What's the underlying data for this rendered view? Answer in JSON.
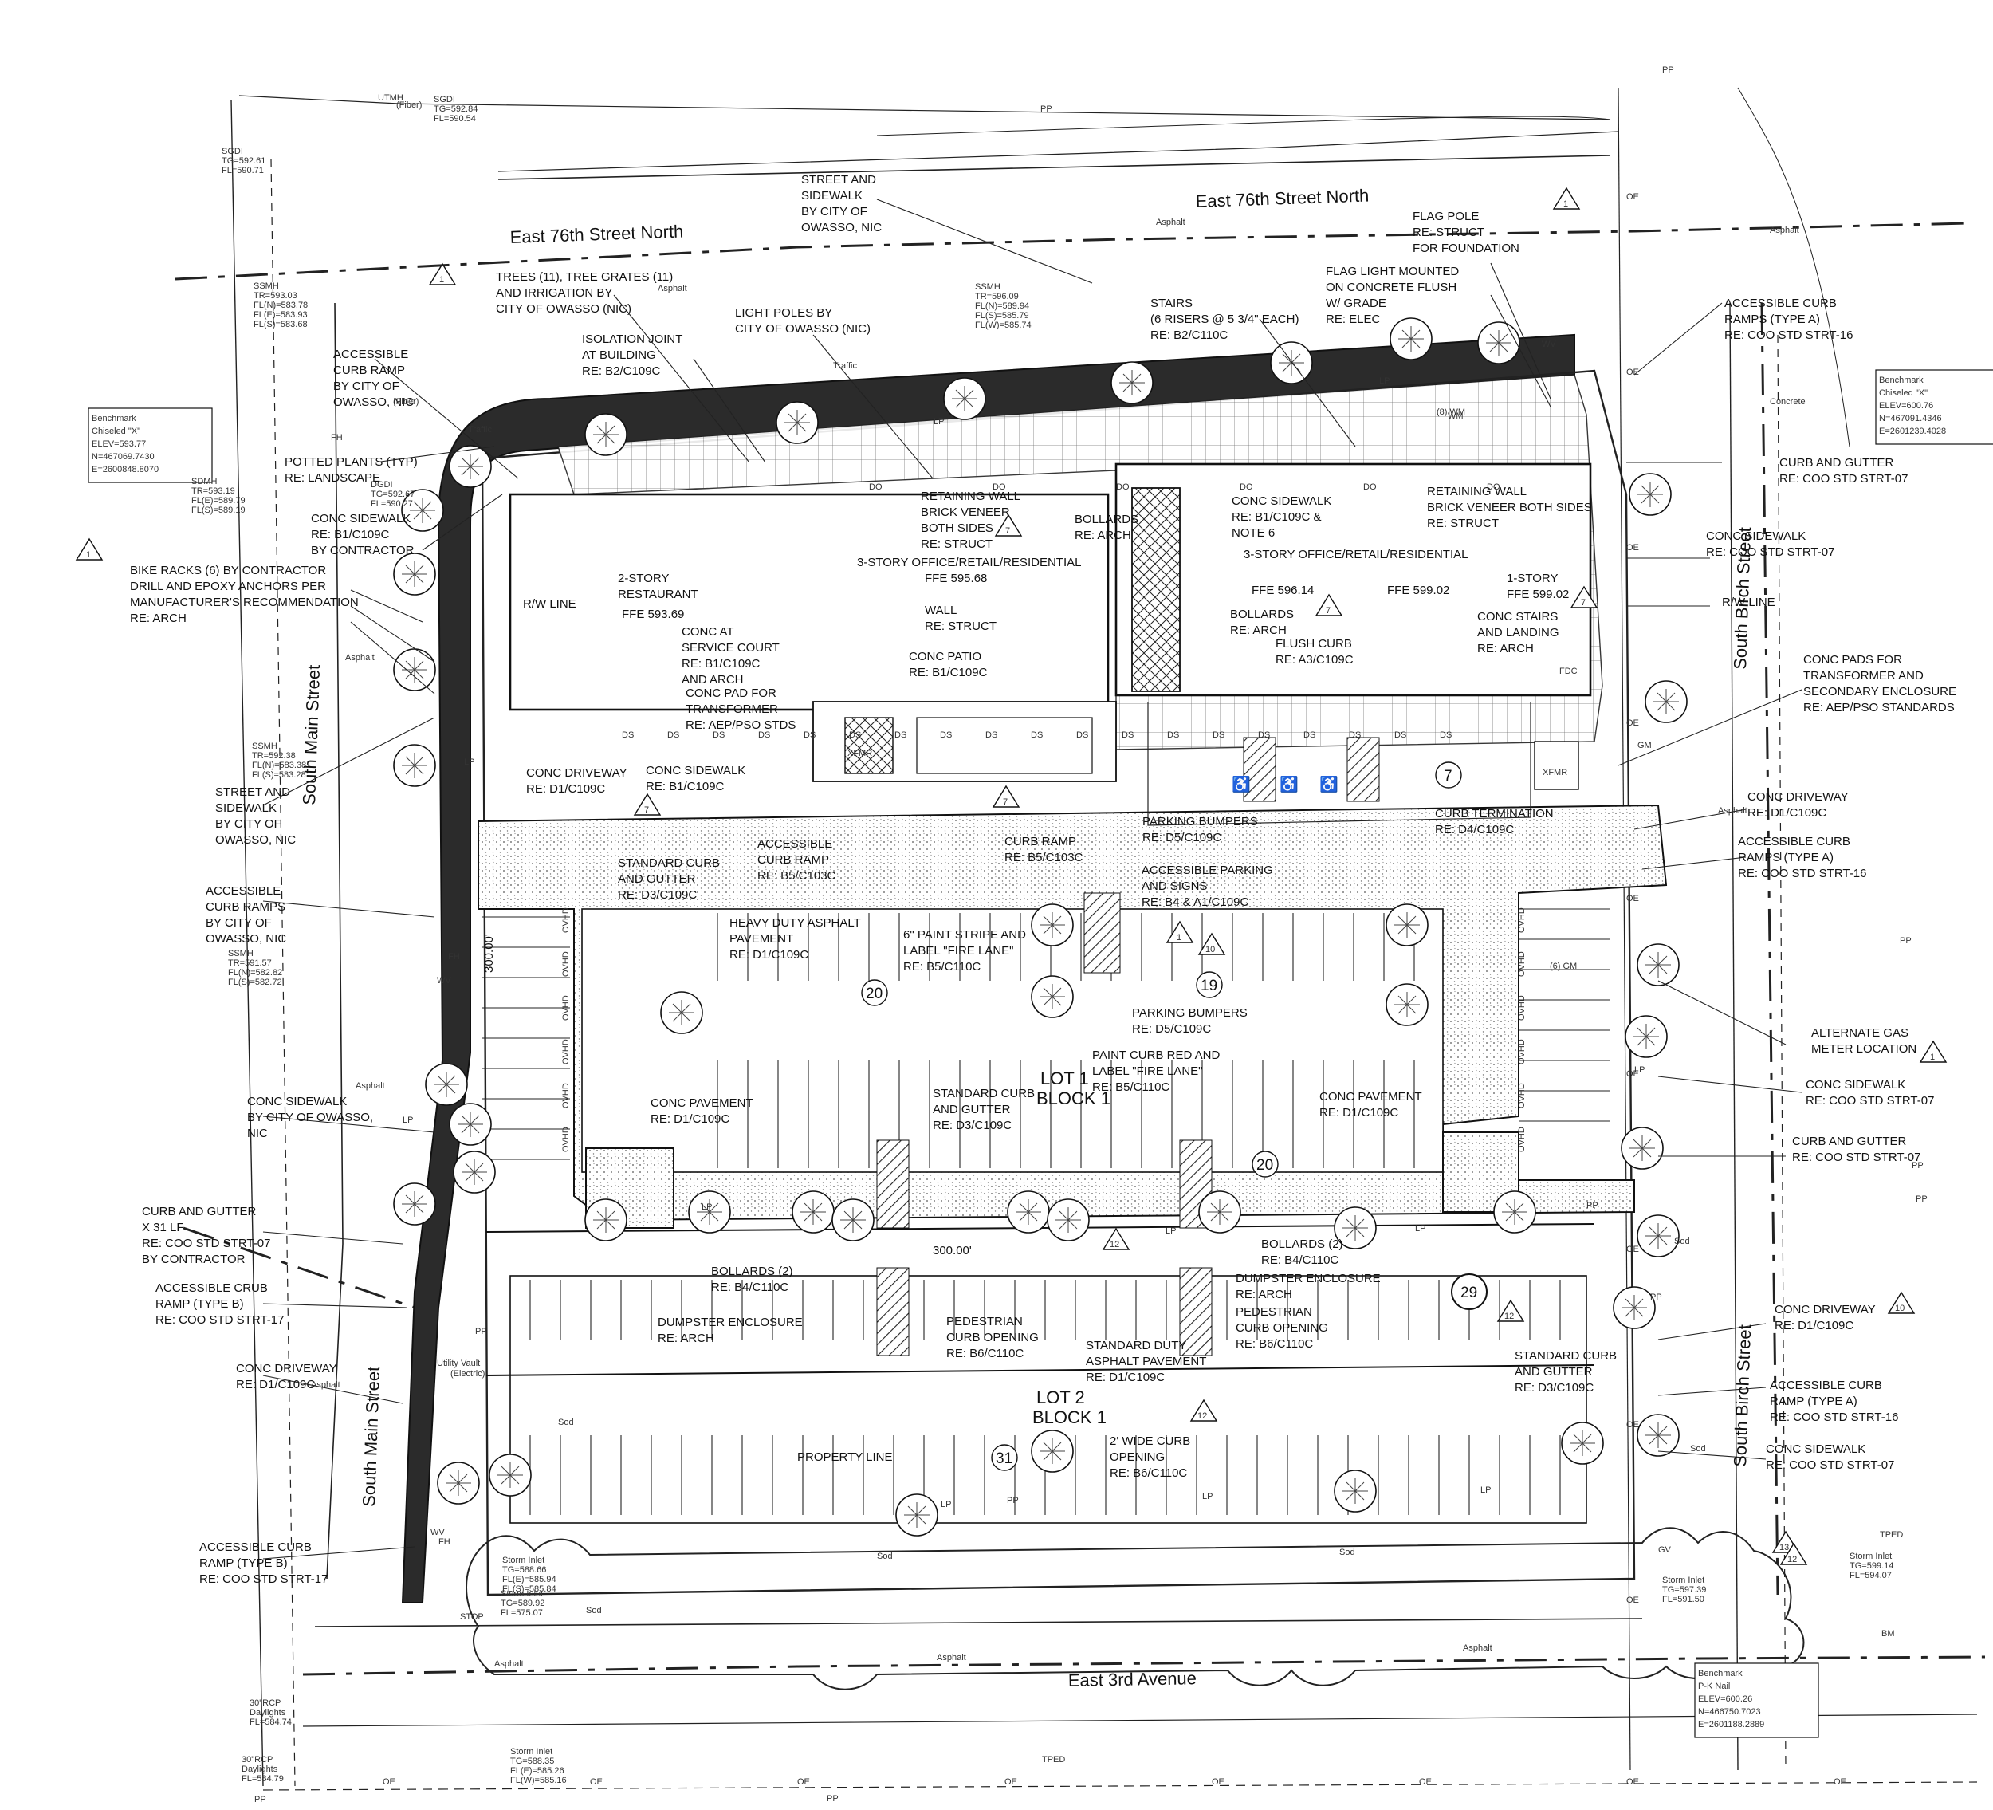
{
  "streets": {
    "north": "East   76th   Street   North",
    "north_top": "East   76th   Street   North",
    "west": "South  Main  Street",
    "west_lower": "South  Main  Street",
    "east": "South  Birch  Street",
    "east_lower": "South  Birch  Street",
    "south": "East   3rd   Avenue"
  },
  "benchmarks": [
    {
      "lines": [
        "Benchmark",
        "Chiseled \"X\"",
        "ELEV=593.77",
        "N=467069.7430",
        "E=2600848.8070"
      ]
    },
    {
      "lines": [
        "Benchmark",
        "Chiseled \"X\"",
        "ELEV=600.76",
        "N=467091.4346",
        "E=2601239.4028"
      ]
    },
    {
      "lines": [
        "Benchmark",
        "P-K Nail",
        "ELEV=600.26",
        "N=466750.7023",
        "E=2601188.2889"
      ]
    }
  ],
  "buildings": {
    "restaurant": [
      "2-STORY",
      "RESTAURANT",
      "FFE 593.69"
    ],
    "office_west": [
      "3-STORY OFFICE/RETAIL/RESIDENTIAL",
      "FFE 595.68"
    ],
    "office_mid": [
      "3-STORY OFFICE/RETAIL/RESIDENTIAL"
    ],
    "ffe_mid": "FFE 596.14",
    "ffe_east": "FFE 599.02",
    "oneStory": [
      "1-STORY",
      "FFE 599.02"
    ]
  },
  "lots": {
    "lot1": [
      "LOT 1",
      "BLOCK 1"
    ],
    "lot2": [
      "LOT 2",
      "BLOCK 1"
    ]
  },
  "stall_counts": [
    "20",
    "19",
    "20",
    "31",
    "29",
    "7"
  ],
  "dimensions": {
    "v300": "300.00'",
    "h300": "300.00'"
  },
  "callouts_left": [
    [
      "ACCESSIBLE",
      "CURB RAMP",
      "BY CITY OF",
      "OWASSO, NIC"
    ],
    [
      "POTTED PLANTS (TYP)",
      "RE: LANDSCAPE"
    ],
    [
      "CONC SIDEWALK",
      "RE: B1/C109C",
      "BY CONTRACTOR"
    ],
    [
      "BIKE RACKS (6) BY CONTRACTOR",
      "DRILL AND EPOXY ANCHORS PER",
      "MANUFACTURER'S RECOMMENDATION",
      "RE: ARCH"
    ],
    [
      "STREET AND",
      "SIDEWALK",
      "BY CITY OF",
      "OWASSO, NIC"
    ],
    [
      "ACCESSIBLE",
      "CURB RAMPS",
      "BY CITY OF",
      "OWASSO, NIC"
    ],
    [
      "CONC SIDEWALK",
      "BY CITY OF OWASSO,",
      "NIC"
    ],
    [
      "CURB AND GUTTER",
      "X 31 LF",
      "RE: COO STD STRT-07",
      "BY CONTRACTOR"
    ],
    [
      "ACCESSIBLE CRUB",
      "RAMP (TYPE B)",
      "RE: COO STD STRT-17"
    ],
    [
      "CONC DRIVEWAY",
      "RE: D1/C109C"
    ],
    [
      "ACCESSIBLE CURB",
      "RAMP (TYPE B)",
      "RE: COO STD STRT-17"
    ]
  ],
  "callouts_top": [
    [
      "STREET AND",
      "SIDEWALK",
      "BY CITY OF",
      "OWASSO, NIC"
    ],
    [
      "TREES (11), TREE GRATES (11)",
      "AND IRRIGATION BY",
      "CITY OF OWASSO (NIC)"
    ],
    [
      "ISOLATION JOINT",
      "AT BUILDING",
      "RE: B2/C109C"
    ],
    [
      "LIGHT POLES BY",
      "CITY OF OWASSO (NIC)"
    ],
    [
      "STAIRS",
      "(6 RISERS @ 5 3/4\" EACH)",
      "RE: B2/C110C"
    ],
    [
      "FLAG POLE",
      "RE: STRUCT",
      "FOR FOUNDATION"
    ],
    [
      "FLAG LIGHT MOUNTED",
      "ON CONCRETE FLUSH",
      "W/ GRADE",
      "RE: ELEC"
    ]
  ],
  "callouts_right": [
    [
      "ACCESSIBLE CURB",
      "RAMPS (TYPE A)",
      "RE: COO STD STRT-16"
    ],
    [
      "CURB AND GUTTER",
      "RE: COO STD STRT-07"
    ],
    [
      "CONC SIDEWALK",
      "RE: COO STD STRT-07"
    ],
    [
      "R/W LINE"
    ],
    [
      "CONC PADS FOR",
      "TRANSFORMER AND",
      "SECONDARY ENCLOSURE",
      "RE: AEP/PSO STANDARDS"
    ],
    [
      "CONC DRIVEWAY",
      "RE: D1/C109C"
    ],
    [
      "ACCESSIBLE CURB",
      "RAMPS (TYPE A)",
      "RE: COO STD STRT-16"
    ],
    [
      "ALTERNATE GAS",
      "METER LOCATION"
    ],
    [
      "CONC SIDEWALK",
      "RE: COO STD STRT-07"
    ],
    [
      "CURB AND GUTTER",
      "RE: COO STD STRT-07"
    ],
    [
      "CONC DRIVEWAY",
      "RE: D1/C109C"
    ],
    [
      "ACCESSIBLE CURB",
      "RAMP (TYPE A)",
      "RE: COO STD STRT-16"
    ],
    [
      "CONC SIDEWALK",
      "RE: COO STD STRT-07"
    ]
  ],
  "callouts_inner": [
    [
      "RETAINING WALL",
      "BRICK VENEER",
      "BOTH SIDES",
      "RE: STRUCT"
    ],
    [
      "BOLLARDS",
      "RE: ARCH"
    ],
    [
      "CONC SIDEWALK",
      "RE: B1/C109C &",
      "NOTE 6"
    ],
    [
      "RETAINING WALL",
      "BRICK VENEER BOTH SIDES",
      "RE: STRUCT"
    ],
    [
      "R/W LINE"
    ],
    [
      "CONC AT",
      "SERVICE COURT",
      "RE: B1/C109C",
      "AND ARCH"
    ],
    [
      "WALL",
      "RE: STRUCT"
    ],
    [
      "CONC PATIO",
      "RE: B1/C109C"
    ],
    [
      "CONC PAD FOR",
      "TRANSFORMER",
      "RE: AEP/PSO STDS"
    ],
    [
      "BOLLARDS",
      "RE: ARCH"
    ],
    [
      "FLUSH CURB",
      "RE: A3/C109C"
    ],
    [
      "CONC STAIRS",
      "AND LANDING",
      "RE: ARCH"
    ],
    [
      "CONC DRIVEWAY",
      "RE: D1/C109C"
    ],
    [
      "CONC SIDEWALK",
      "RE: B1/C109C"
    ],
    [
      "PARKING BUMPERS",
      "RE: D5/C109C"
    ],
    [
      "CURB TERMINATION",
      "RE: D4/C109C"
    ],
    [
      "CURB RAMP",
      "RE: B5/C103C"
    ],
    [
      "ACCESSIBLE",
      "CURB RAMP",
      "RE: B5/C103C"
    ],
    [
      "STANDARD CURB",
      "AND GUTTER",
      "RE: D3/C109C"
    ],
    [
      "ACCESSIBLE PARKING",
      "AND SIGNS",
      "RE: B4 & A1/C109C"
    ],
    [
      "HEAVY DUTY ASPHALT",
      "PAVEMENT",
      "RE: D1/C109C"
    ],
    [
      "6\" PAINT STRIPE AND",
      "LABEL \"FIRE LANE\"",
      "RE: B5/C110C"
    ],
    [
      "PARKING BUMPERS",
      "RE: D5/C109C"
    ],
    [
      "PAINT CURB RED AND",
      "LABEL \"FIRE LANE\"",
      "RE: B5/C110C"
    ],
    [
      "CONC PAVEMENT",
      "RE: D1/C109C"
    ],
    [
      "STANDARD CURB",
      "AND GUTTER",
      "RE: D3/C109C"
    ],
    [
      "CONC PAVEMENT",
      "RE: D1/C109C"
    ],
    [
      "BOLLARDS (2)",
      "RE: B4/C110C"
    ],
    [
      "DUMPSTER ENCLOSURE",
      "RE: ARCH"
    ],
    [
      "BOLLARDS (2)",
      "RE: B4/C110C"
    ],
    [
      "DUMPSTER ENCLOSURE",
      "RE: ARCH"
    ],
    [
      "PEDESTRIAN",
      "CURB OPENING",
      "RE: B6/C110C"
    ],
    [
      "STANDARD DUTY",
      "ASPHALT PAVEMENT",
      "RE: D1/C109C"
    ],
    [
      "PEDESTRIAN",
      "CURB OPENING",
      "RE: B6/C110C"
    ],
    [
      "STANDARD CURB",
      "AND GUTTER",
      "RE: D3/C109C"
    ],
    [
      "2' WIDE CURB",
      "OPENING",
      "RE: B6/C110C"
    ],
    [
      "PROPERTY LINE"
    ]
  ],
  "utilities": [
    [
      "SGDI",
      "TG=592.84",
      "FL=590.54"
    ],
    [
      "SGDI",
      "TG=592.61",
      "FL=590.71"
    ],
    [
      "SSMH",
      "TR=593.03",
      "FL(N)=583.78",
      "FL(E)=583.93",
      "FL(S)=583.68"
    ],
    [
      "SDMH",
      "TR=593.19",
      "FL(E)=589.79",
      "FL(S)=589.19"
    ],
    [
      "DGDI",
      "TG=592.67",
      "FL=590.27"
    ],
    [
      "SSMH",
      "TR=596.09",
      "FL(N)=589.94",
      "FL(S)=585.79",
      "FL(W)=585.74"
    ],
    [
      "SSMH",
      "TR=592.38",
      "FL(N)=583.38",
      "FL(S)=583.28"
    ],
    [
      "SSMH",
      "TR=591.57",
      "FL(N)=582.82",
      "FL(S)=582.72"
    ],
    [
      "Storm Inlet",
      "TG=588.66",
      "FL(E)=585.94",
      "FL(S)=585.84"
    ],
    [
      "Storm Inlet",
      "TG=589.92",
      "FL=575.07"
    ],
    [
      "Storm Inlet",
      "TG=597.39",
      "FL=591.50"
    ],
    [
      "Storm Inlet",
      "TG=599.14",
      "FL=594.07"
    ],
    [
      "Storm Inlet",
      "TG=588.35",
      "FL(E)=585.26",
      "FL(W)=585.16"
    ],
    [
      "30\"RCP",
      "Daylights",
      "FL=584.74"
    ],
    [
      "30\"RCP",
      "Daylights",
      "FL=584.79"
    ]
  ],
  "small_marks": {
    "asphalt": "Asphalt",
    "sod": "Sod",
    "concrete": "Concrete",
    "wm": "WM",
    "wm8": "(8) WM",
    "gm6": "(6) GM",
    "fh": "FH",
    "lp": "LP",
    "ds": "DS",
    "do": "DO",
    "xfmr": "XFMR",
    "fdc": "FDC",
    "ohvd": "OVHD",
    "tped": "TPED",
    "bm": "BM",
    "stop": "STOP",
    "utility_vault": "Utility Vault",
    "electric": "(Electric)",
    "fiber": "(Fiber)",
    "utmh": "UTMH",
    "traffic": "Traffic",
    "pp": "PP",
    "oe": "OE",
    "wv": "WV",
    "gv": "GV",
    "gm": "GM"
  },
  "revision_marks": [
    "1",
    "7",
    "10",
    "12",
    "13"
  ]
}
